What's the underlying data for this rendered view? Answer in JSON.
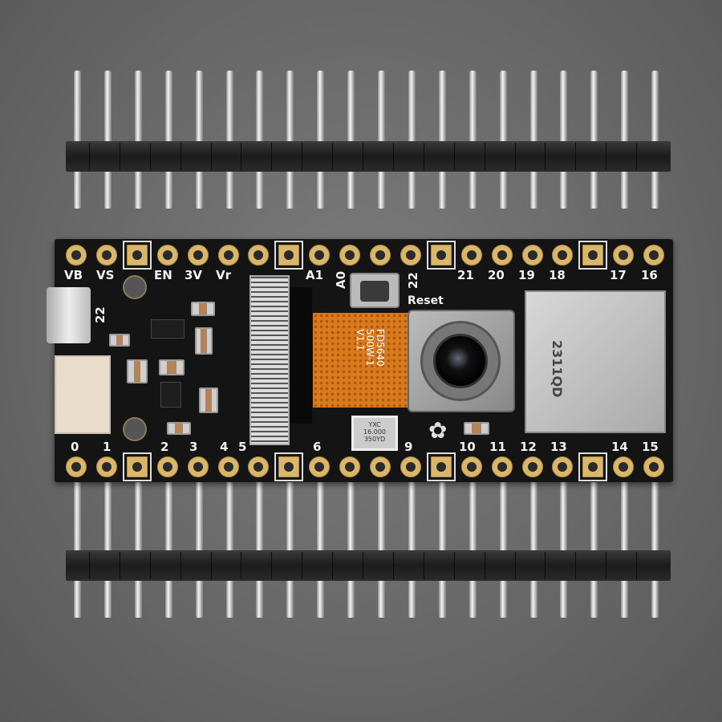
{
  "board": {
    "top_labels": [
      "VB",
      "VS",
      "EN",
      "3V",
      "Vr",
      "A1",
      "A0",
      "22",
      "21",
      "20",
      "19",
      "18",
      "17",
      "16"
    ],
    "bottom_labels": [
      "0",
      "1",
      "2",
      "3",
      "4",
      "5",
      "6",
      "9",
      "10",
      "11",
      "12",
      "13",
      "14",
      "15"
    ],
    "side_label": "22",
    "reset_label": "Reset",
    "cable_text": [
      "FD5640",
      "500W-1",
      "V1.1"
    ],
    "crystal_text": [
      "YXC",
      "16.000",
      "350YD"
    ],
    "sd_text": "2311QD"
  },
  "headers": {
    "pin_count": 20
  },
  "colors": {
    "pcb": "#141414",
    "gold": "#d9b66a",
    "flex_cable": "#d87a1e",
    "background": "#6e6e6e"
  }
}
